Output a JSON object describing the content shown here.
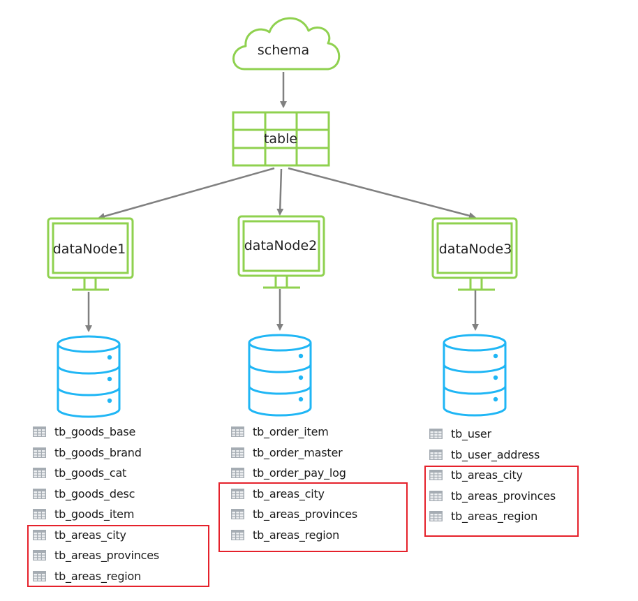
{
  "diagram": {
    "colors": {
      "node_stroke": "#8fd14f",
      "database_stroke": "#1fb6f5",
      "arrow": "#808080",
      "highlight": "#e5212b",
      "text": "#1a1a1a",
      "table_icon": "#a5acb3"
    },
    "root": {
      "label": "schema",
      "shape": "cloud"
    },
    "table_node": {
      "label": "table",
      "shape": "grid"
    },
    "data_nodes": [
      {
        "label": "dataNode1",
        "database_icon": "database-icon",
        "tables": [
          "tb_goods_base",
          "tb_goods_brand",
          "tb_goods_cat",
          "tb_goods_desc",
          "tb_goods_item",
          "tb_areas_city",
          "tb_areas_provinces",
          "tb_areas_region"
        ],
        "highlighted_tables": [
          "tb_areas_city",
          "tb_areas_provinces",
          "tb_areas_region"
        ]
      },
      {
        "label": "dataNode2",
        "database_icon": "database-icon",
        "tables": [
          "tb_order_item",
          "tb_order_master",
          "tb_order_pay_log",
          "tb_areas_city",
          "tb_areas_provinces",
          "tb_areas_region"
        ],
        "highlighted_tables": [
          "tb_areas_city",
          "tb_areas_provinces",
          "tb_areas_region"
        ]
      },
      {
        "label": "dataNode3",
        "database_icon": "database-icon",
        "tables": [
          "tb_user",
          "tb_user_address",
          "tb_areas_city",
          "tb_areas_provinces",
          "tb_areas_region"
        ],
        "highlighted_tables": [
          "tb_areas_city",
          "tb_areas_provinces",
          "tb_areas_region"
        ]
      }
    ]
  }
}
